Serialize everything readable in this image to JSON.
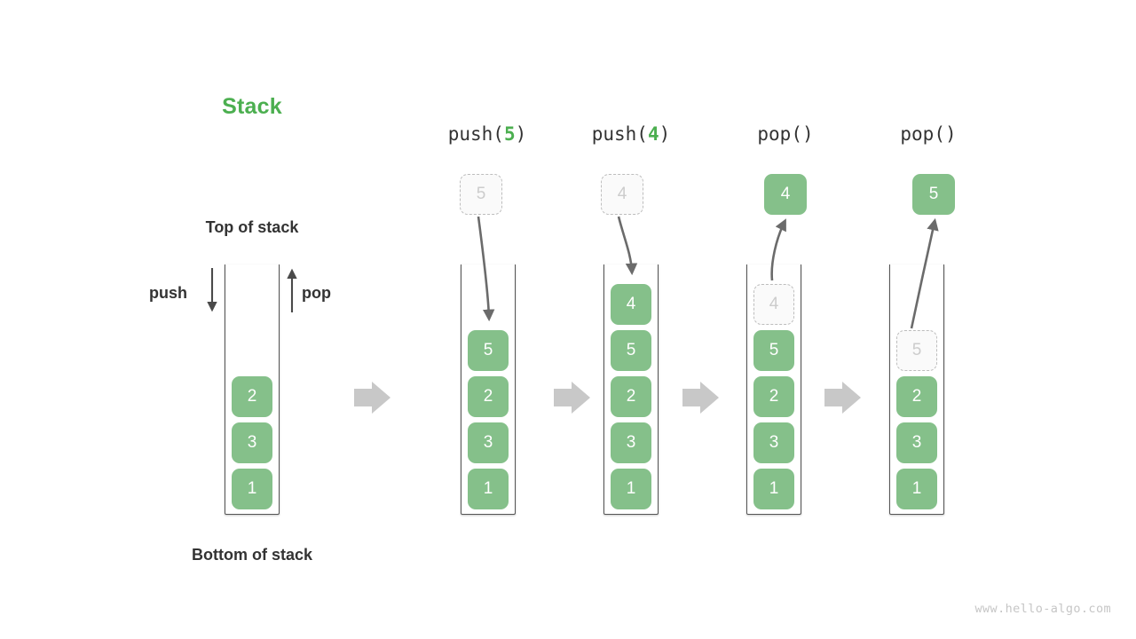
{
  "page": {
    "background": "#ffffff",
    "watermark": "www.hello-algo.com"
  },
  "colors": {
    "node_fill": "#85C08A",
    "node_text": "#ffffff",
    "ghost_fill": "#fafafa",
    "ghost_border": "#bdbdbd",
    "ghost_text": "#cccccc",
    "title_green": "#4CAF50",
    "label_dark": "#333333",
    "arrow_gray": "#6b6b6b",
    "separator_gray": "#c8c8c8",
    "container_stroke": "#555555",
    "watermark_gray": "#c6c6c6"
  },
  "legend": {
    "title": "Stack",
    "top_label": "Top of stack",
    "bottom_label": "Bottom of stack",
    "push_label": "push",
    "pop_label": "pop",
    "push_arrow_icon": "arrow-down-icon",
    "pop_arrow_icon": "arrow-up-icon",
    "initial_stack_top_to_bottom": [
      "2",
      "3",
      "1"
    ]
  },
  "separator_icon": "right-block-arrow-icon",
  "steps": [
    {
      "caption_prefix": "push(",
      "caption_arg": "5",
      "caption_suffix": ")",
      "caption_full": "push(5)",
      "operation": "push",
      "floating_value": "5",
      "floating_state": "ghost",
      "floating_position": "above",
      "motion_icon": "curved-arrow-down-icon",
      "stack_top_to_bottom": [
        "5",
        "2",
        "3",
        "1"
      ],
      "ghost_index": -1
    },
    {
      "caption_prefix": "push(",
      "caption_arg": "4",
      "caption_suffix": ")",
      "caption_full": "push(4)",
      "operation": "push",
      "floating_value": "4",
      "floating_state": "ghost",
      "floating_position": "above",
      "motion_icon": "curved-arrow-down-icon",
      "stack_top_to_bottom": [
        "4",
        "5",
        "2",
        "3",
        "1"
      ],
      "ghost_index": -1
    },
    {
      "caption_prefix": "pop(",
      "caption_arg": "",
      "caption_suffix": ")",
      "caption_full": "pop()",
      "operation": "pop",
      "floating_value": "4",
      "floating_state": "filled",
      "floating_position": "above",
      "motion_icon": "curved-arrow-up-icon",
      "stack_top_to_bottom": [
        "4",
        "5",
        "2",
        "3",
        "1"
      ],
      "ghost_index": 0
    },
    {
      "caption_prefix": "pop(",
      "caption_arg": "",
      "caption_suffix": ")",
      "caption_full": "pop()",
      "operation": "pop",
      "floating_value": "5",
      "floating_state": "filled",
      "floating_position": "above",
      "motion_icon": "curved-arrow-up-icon",
      "stack_top_to_bottom": [
        "5",
        "2",
        "3",
        "1"
      ],
      "ghost_index": 0
    }
  ]
}
